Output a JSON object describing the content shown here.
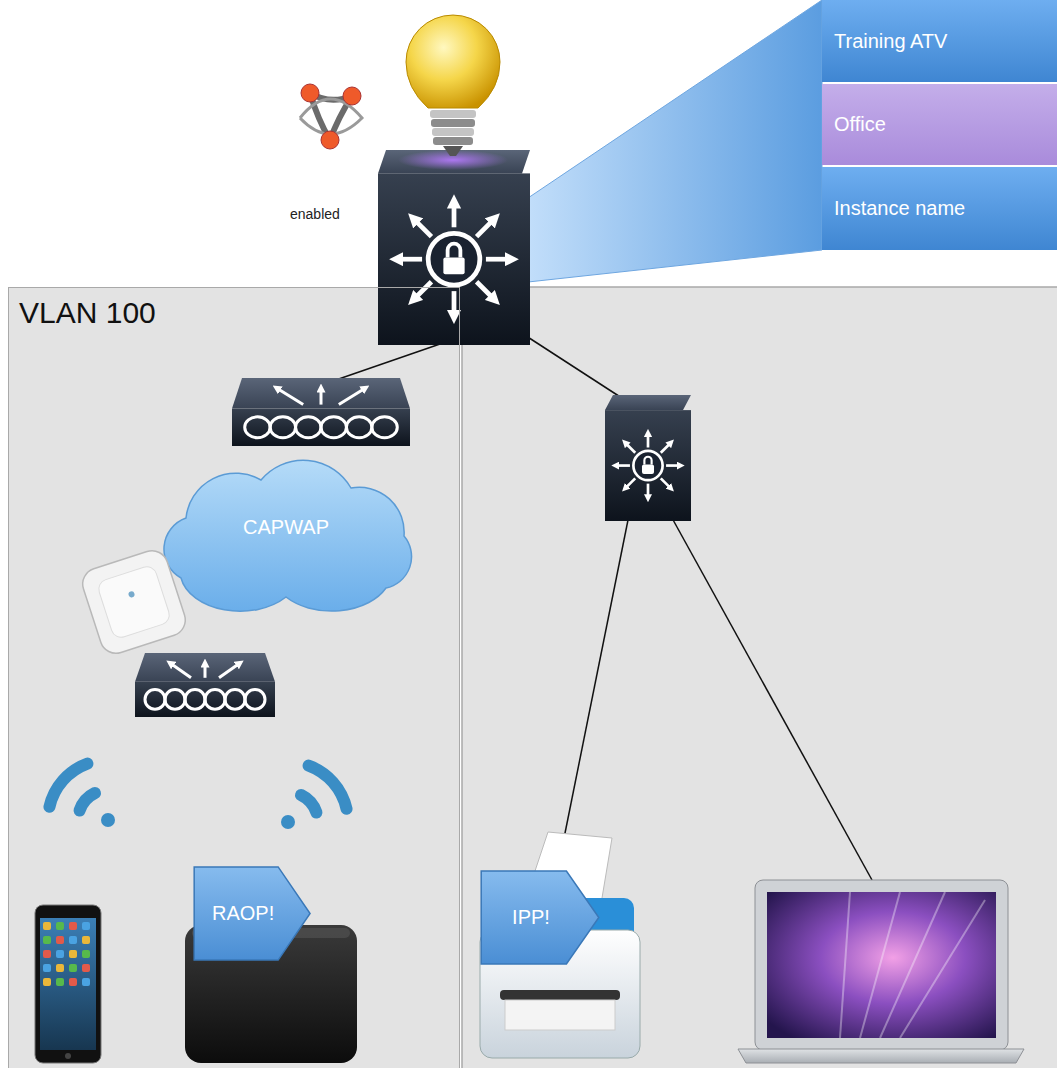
{
  "diagram": {
    "nodes": [
      {
        "text": [
          "Training ATV"
        ]
      },
      {
        "text": [
          "Office"
        ]
      },
      {
        "text": [
          "Instance name"
        ]
      },
      {
        "text": [
          "VLAN 100"
        ]
      },
      {
        "text": [
          "CAPWAP"
        ],
        "in": 3
      },
      {
        "text": [
          "RAOP!"
        ],
        "in": 3
      },
      {
        "text": [
          "IPP!"
        ]
      }
    ],
    "labels": [
      "enabled"
    ]
  }
}
